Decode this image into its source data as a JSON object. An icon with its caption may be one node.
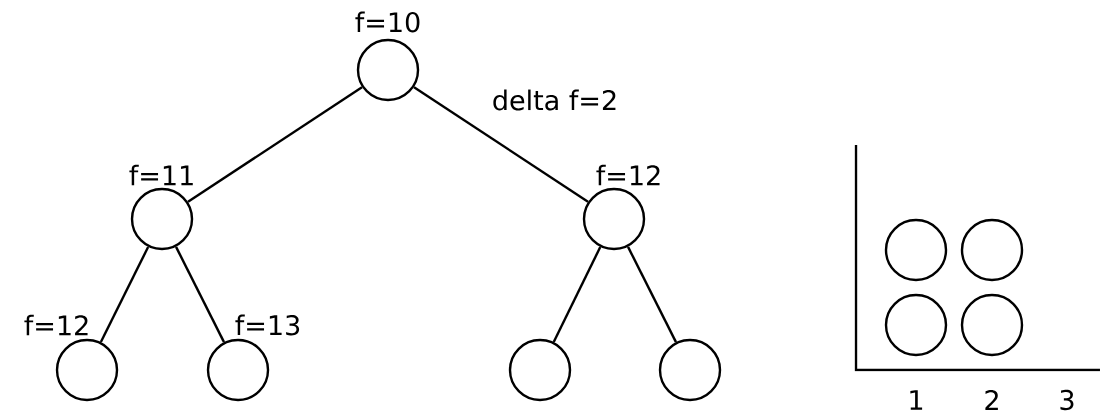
{
  "diagram": {
    "nodes": [
      {
        "text": [],
        "shape": "circle",
        "beside": [
          "f=10"
        ]
      },
      {
        "text": [],
        "shape": "circle",
        "beside": [
          "f=11"
        ]
      },
      {
        "text": [],
        "shape": "circle",
        "beside": [
          "f=12"
        ]
      },
      {
        "text": [],
        "shape": "circle",
        "beside": [
          "f=12"
        ]
      },
      {
        "text": [],
        "shape": "circle",
        "beside": [
          "f=13"
        ]
      },
      {
        "text": [],
        "shape": "circle"
      },
      {
        "text": [],
        "shape": "circle"
      },
      {
        "text": [],
        "shape": "circle"
      },
      {
        "text": [],
        "shape": "circle"
      },
      {
        "text": [],
        "shape": "circle"
      },
      {
        "text": [],
        "shape": "circle"
      }
    ],
    "edges": [
      {
        "from": 0,
        "to": 1,
        "arrow": "none"
      },
      {
        "from": 0,
        "to": 2,
        "arrow": "none",
        "label": "delta f=2"
      },
      {
        "from": 1,
        "to": 3,
        "arrow": "none"
      },
      {
        "from": 1,
        "to": 4,
        "arrow": "none"
      },
      {
        "from": 2,
        "to": 5,
        "arrow": "none"
      },
      {
        "from": 2,
        "to": 6,
        "arrow": "none"
      }
    ],
    "labels": [
      "1",
      "2",
      "3"
    ]
  }
}
